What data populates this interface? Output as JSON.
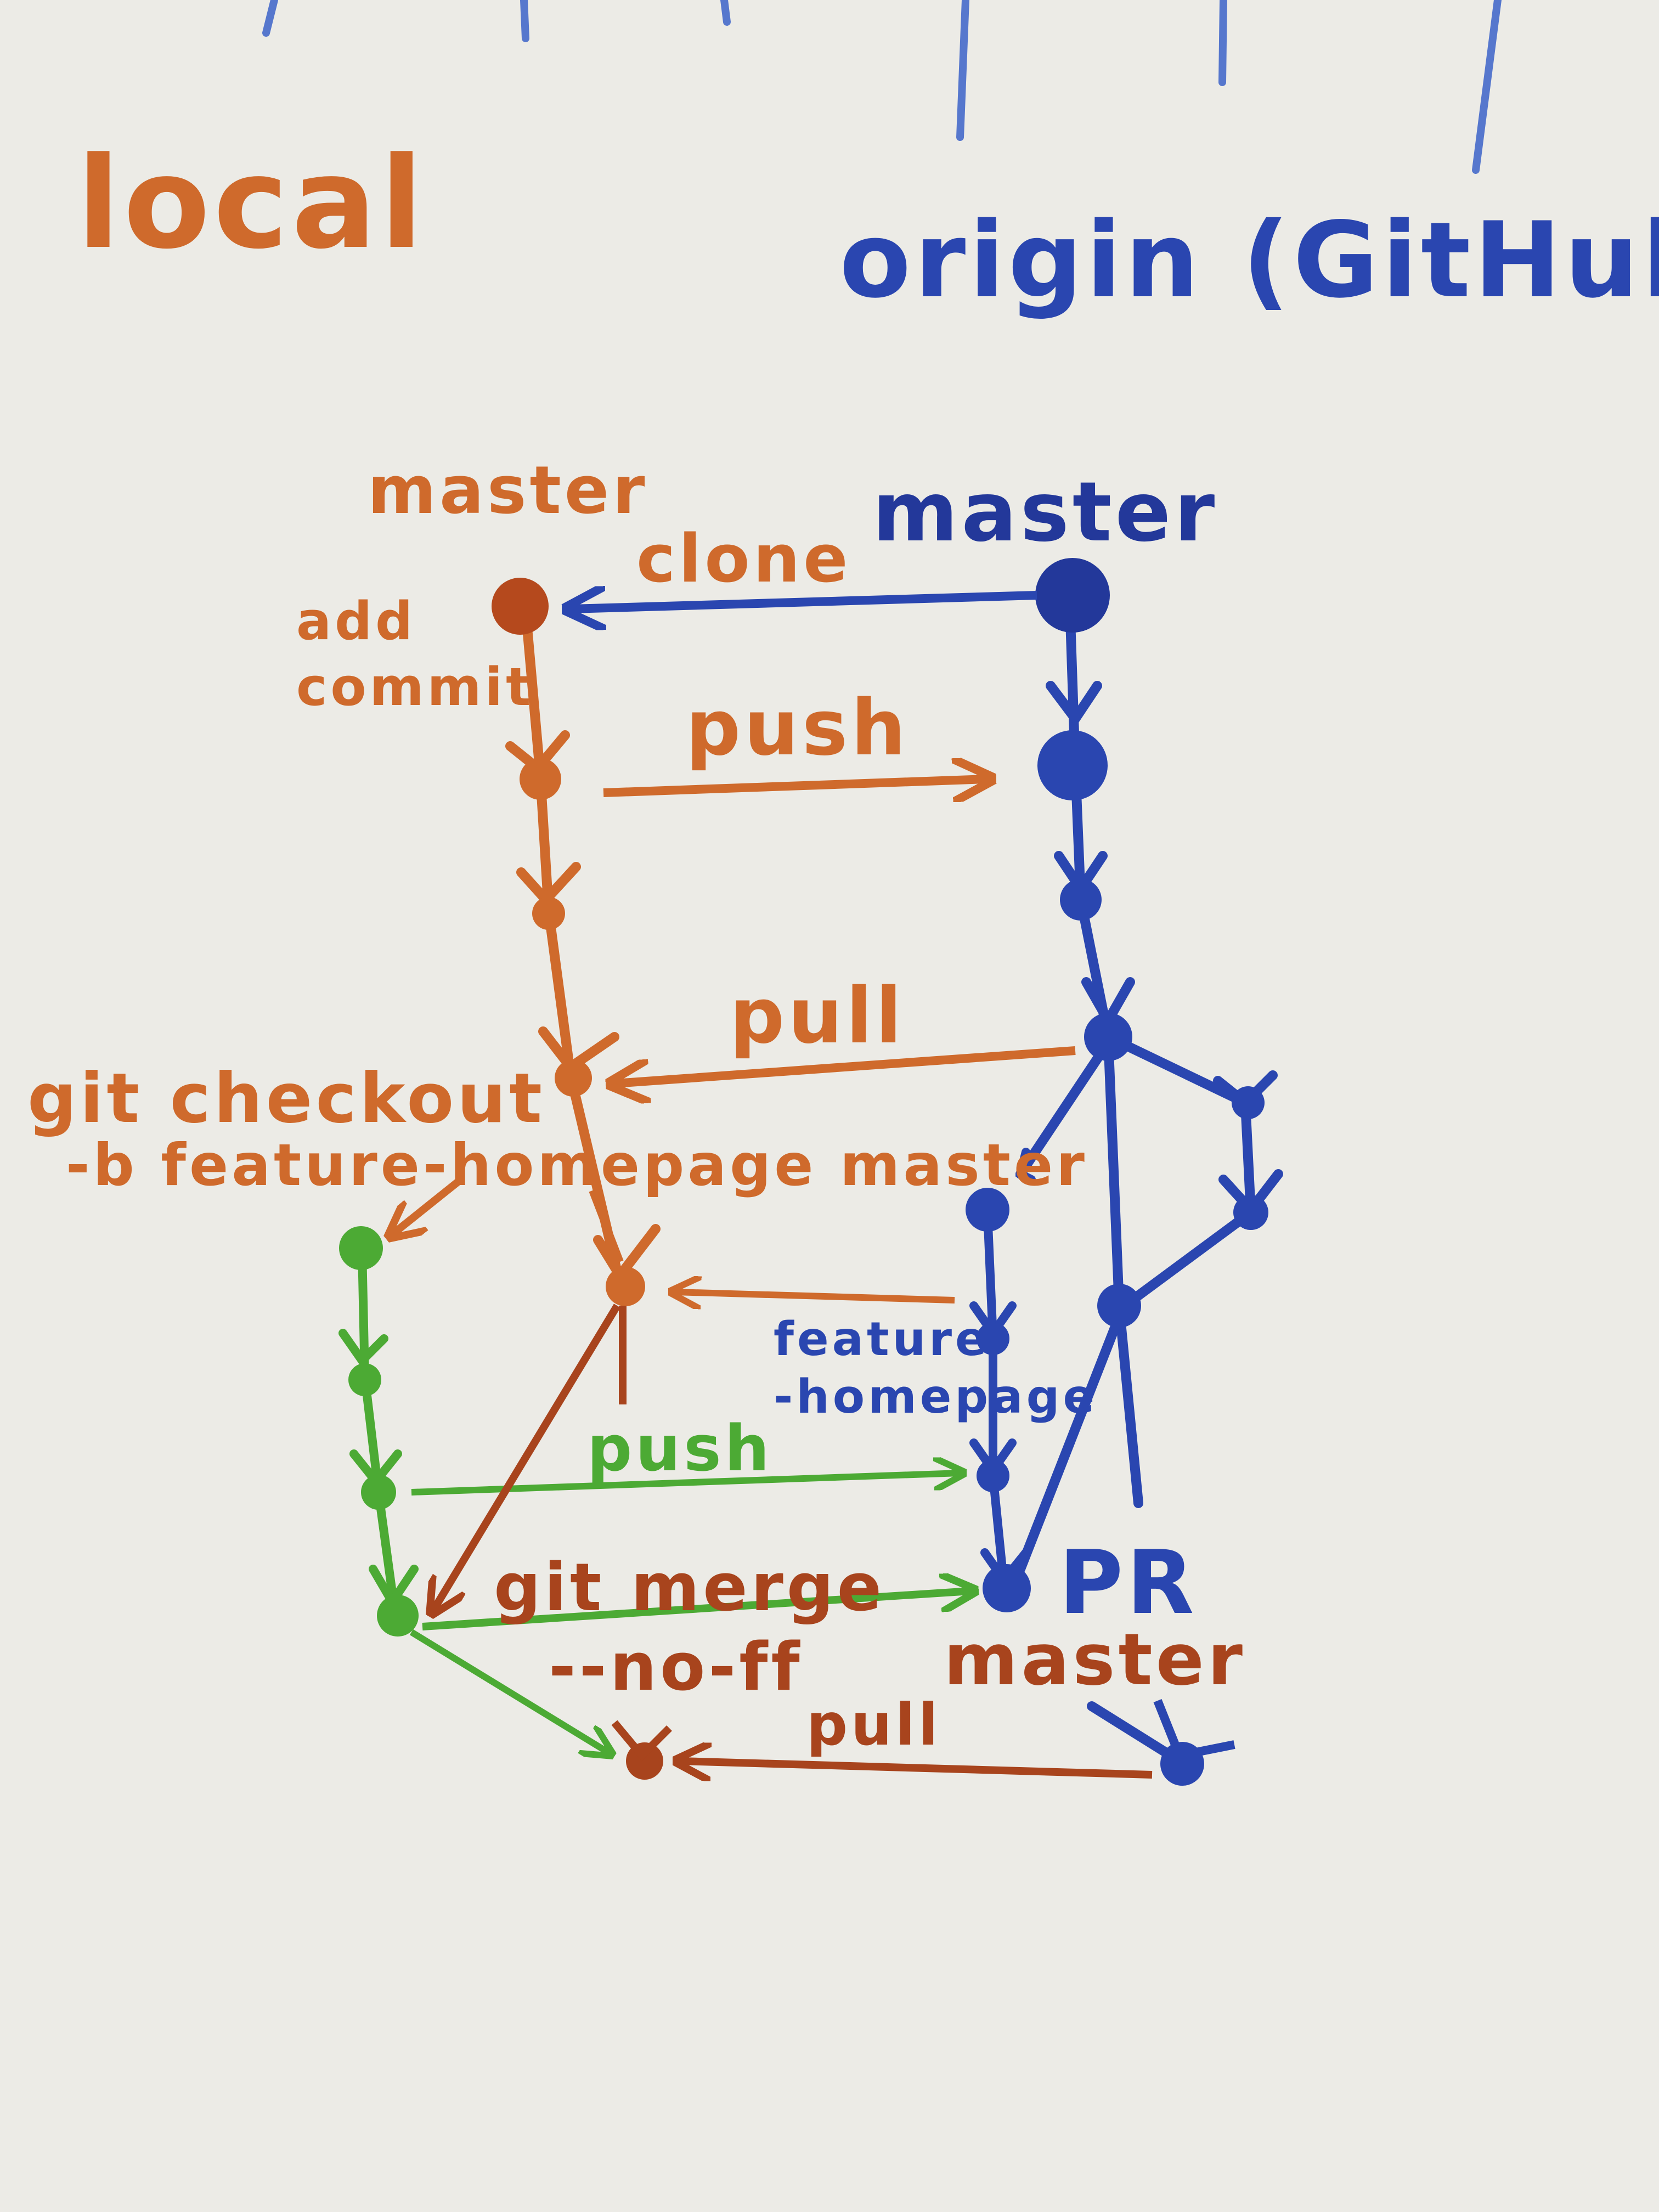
{
  "colors": {
    "local": "#cf6a2c",
    "local_dark": "#a8441d",
    "origin": "#2a46b0",
    "feature": "#4caa34",
    "board": "#ecebe6"
  },
  "headings": {
    "local": "local",
    "origin": "origin (GitHub)"
  },
  "branch_labels": {
    "local_master": "master",
    "origin_master": "master",
    "feature_branch_line1": "feature",
    "feature_branch_line2": "-homepage",
    "pr": "PR",
    "master_after_merge": "master"
  },
  "actions": {
    "clone": "clone",
    "add_commit_line1": "add",
    "add_commit_line2": "commit",
    "push_master": "push",
    "pull_master": "pull",
    "checkout_line1": "git checkout",
    "checkout_line2": "-b feature-homepage master",
    "push_feature": "push",
    "merge_line1": "git merge",
    "merge_line2": "--no-ff",
    "pull_final": "pull"
  }
}
